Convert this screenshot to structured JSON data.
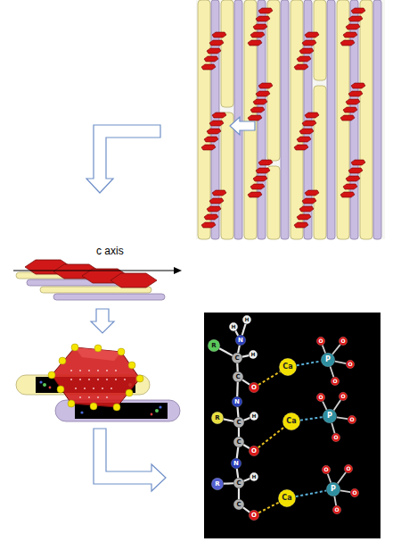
{
  "diagram": {
    "nodes": [
      {
        "text": [
          "H"
        ]
      },
      {
        "text": [
          "H"
        ]
      },
      {
        "text": [
          "N"
        ]
      },
      {
        "text": [
          "R"
        ]
      },
      {
        "text": [
          "C"
        ]
      },
      {
        "text": [
          "H"
        ]
      },
      {
        "text": [
          "C"
        ]
      },
      {
        "text": [
          "O"
        ]
      },
      {
        "text": [
          "Ca"
        ]
      },
      {
        "text": [
          "P"
        ]
      },
      {
        "text": [
          "O"
        ]
      },
      {
        "text": [
          "O"
        ]
      },
      {
        "text": [
          "O"
        ]
      },
      {
        "text": [
          "O"
        ]
      },
      {
        "text": [
          "N"
        ]
      },
      {
        "text": [
          "R"
        ]
      },
      {
        "text": [
          "C"
        ]
      },
      {
        "text": [
          "H"
        ]
      },
      {
        "text": [
          "C"
        ]
      },
      {
        "text": [
          "O"
        ]
      },
      {
        "text": [
          "Ca"
        ]
      },
      {
        "text": [
          "P"
        ]
      },
      {
        "text": [
          "O"
        ]
      },
      {
        "text": [
          "O"
        ]
      },
      {
        "text": [
          "O"
        ]
      },
      {
        "text": [
          "O"
        ]
      },
      {
        "text": [
          "N"
        ]
      },
      {
        "text": [
          "R"
        ]
      },
      {
        "text": [
          "C"
        ]
      },
      {
        "text": [
          "H"
        ]
      },
      {
        "text": [
          "C"
        ]
      },
      {
        "text": [
          "O"
        ]
      },
      {
        "text": [
          "Ca"
        ]
      },
      {
        "text": [
          "P"
        ]
      },
      {
        "text": [
          "O"
        ]
      },
      {
        "text": [
          "O"
        ]
      },
      {
        "text": [
          "O"
        ]
      },
      {
        "text": [
          "O"
        ]
      }
    ],
    "edges": [
      {
        "from": 0,
        "to": 2,
        "arrow": "none"
      },
      {
        "from": 1,
        "to": 2,
        "arrow": "none"
      },
      {
        "from": 2,
        "to": 4,
        "arrow": "none"
      },
      {
        "from": 3,
        "to": 4,
        "arrow": "none"
      },
      {
        "from": 4,
        "to": 5,
        "arrow": "none"
      },
      {
        "from": 4,
        "to": 6,
        "arrow": "none"
      },
      {
        "from": 6,
        "to": 7,
        "arrow": "none"
      },
      {
        "from": 6,
        "to": 14,
        "arrow": "none"
      },
      {
        "from": 7,
        "to": 8,
        "arrow": "none"
      },
      {
        "from": 8,
        "to": 9,
        "arrow": "none"
      },
      {
        "from": 9,
        "to": 10,
        "arrow": "none"
      },
      {
        "from": 9,
        "to": 11,
        "arrow": "none"
      },
      {
        "from": 9,
        "to": 12,
        "arrow": "none"
      },
      {
        "from": 9,
        "to": 13,
        "arrow": "none"
      },
      {
        "from": 14,
        "to": 16,
        "arrow": "none"
      },
      {
        "from": 15,
        "to": 16,
        "arrow": "none"
      },
      {
        "from": 16,
        "to": 17,
        "arrow": "none"
      },
      {
        "from": 16,
        "to": 18,
        "arrow": "none"
      },
      {
        "from": 18,
        "to": 19,
        "arrow": "none"
      },
      {
        "from": 18,
        "to": 26,
        "arrow": "none"
      },
      {
        "from": 19,
        "to": 20,
        "arrow": "none"
      },
      {
        "from": 20,
        "to": 21,
        "arrow": "none"
      },
      {
        "from": 21,
        "to": 22,
        "arrow": "none"
      },
      {
        "from": 21,
        "to": 23,
        "arrow": "none"
      },
      {
        "from": 21,
        "to": 24,
        "arrow": "none"
      },
      {
        "from": 21,
        "to": 25,
        "arrow": "none"
      },
      {
        "from": 26,
        "to": 28,
        "arrow": "none"
      },
      {
        "from": 27,
        "to": 28,
        "arrow": "none"
      },
      {
        "from": 28,
        "to": 29,
        "arrow": "none"
      },
      {
        "from": 28,
        "to": 30,
        "arrow": "none"
      },
      {
        "from": 30,
        "to": 31,
        "arrow": "none"
      },
      {
        "from": 31,
        "to": 32,
        "arrow": "none"
      },
      {
        "from": 32,
        "to": 33,
        "arrow": "none"
      },
      {
        "from": 33,
        "to": 34,
        "arrow": "none"
      },
      {
        "from": 33,
        "to": 35,
        "arrow": "none"
      },
      {
        "from": 33,
        "to": 36,
        "arrow": "none"
      },
      {
        "from": 33,
        "to": 37,
        "arrow": "none"
      }
    ],
    "labels": [
      "c axis"
    ]
  }
}
